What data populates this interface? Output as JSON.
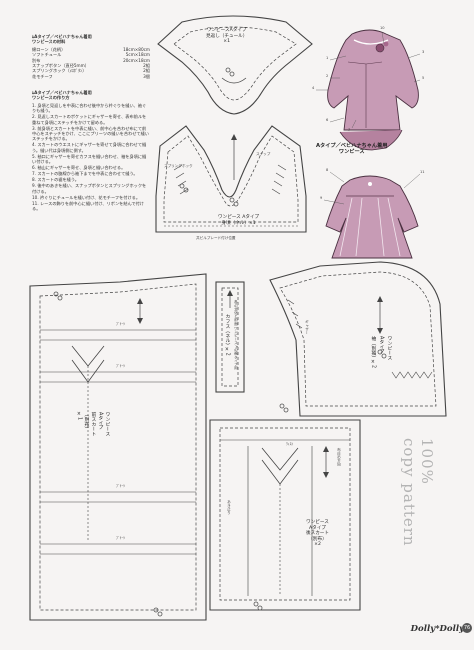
{
  "materials": {
    "title_a": "ﾑAタイプ／ベビハナちゃん着用",
    "title_b": "ワンピースの材料",
    "items": [
      {
        "name": "綿ローン（花柄）",
        "qty": "18cm×80cm"
      },
      {
        "name": "ソフトチュール",
        "qty": "5cm×18cm"
      },
      {
        "name": "別布",
        "qty": "20cm×18cm"
      },
      {
        "name": "スナップボタン（直径5mm）",
        "qty": "2組"
      },
      {
        "name": "スプリングホック（ﾒｽﾎﾞﾀﾝ）",
        "qty": "2組"
      },
      {
        "name": "花モチーフ",
        "qty": "3個"
      }
    ]
  },
  "howto": {
    "title_a": "ﾑAタイプ／ベビハナちゃん着用",
    "title_b": "ワンピースの作り方",
    "steps": [
      "1. 身頃と見返しを中表に合わせ後中から衿ぐりを縫い、袖ぐりも縫う。",
      "2. 見返しスカートのポケットにギャザーを寄せ、表布前ルを重ねて身頃にステッチをかけて留める。",
      "3. 前身頃とスカートを中表に縫い、前中心を合わせ布にて前中心をステッチをかけ、ここにプリーツの縫いを合わせて縫いステッチをかける。",
      "4. スカートのウエストにギャザーを寄せて身頃に合わせて縫う。縫い代は身頃側に倒す。",
      "5. 袖口にギャザーを寄せカフスを縫い合わせ、袖を身頃に縫い付ける。",
      "6. 袖山にギャザーを寄せ、身頃と縫い合わせる。",
      "7. スカートの脇線から袖下までを中表に合わせて縫う。",
      "8. スカートの裾を縫う。",
      "9. 後中のあきを縫い、スナップボタンとスプリングホックを付ける。",
      "10. 衿ぐりにチュールを縫い付け、花モチーフを付ける。",
      "11. レースの飾りを前中心に縫い付け、リボンを結んで付ける。"
    ]
  },
  "title_block": {
    "line1": "Aタイプ／ベビハナちゃん着用",
    "line2": "ワンピース"
  },
  "pieces": {
    "facing_label": "ワンピースAタイプ",
    "facing_sub": "見返し（チュール）",
    "facing_qty": "×1",
    "bodice_label": "ワンピース Aタイプ",
    "bodice_sub": "身頃（ネル）×1",
    "spring_hook": "スプリングホック",
    "snap": "スナップ",
    "pleat_line": "共ピルプレード付け位置",
    "sleeve_v1": "ワンピース",
    "sleeve_v2": "Aタイプ",
    "sleeve_v3": "袖（別袖）×2",
    "gather": "ギャザー",
    "cuff_v": "カフス（ネル）×2",
    "cuff_note": "各の文化と前面 ワンピース Aの裾タイプ用",
    "front_v1": "ワンピース",
    "front_v2": "Aタイプ",
    "front_v3": "前スカート",
    "front_v4": "（別布）",
    "front_v5": "×1",
    "pleat": "ﾌﾟﾘｰﾂ",
    "back_v1": "ワンピース",
    "back_v2": "Aタイプ",
    "back_v3": "後スカート",
    "back_v4": "（別布）",
    "back_v5": "×2",
    "waist": "ﾜｨｽﾄ",
    "grain": "布目の方向",
    "opening": "あき止り"
  },
  "illustration": {
    "numbers": [
      "10",
      "1",
      "2",
      "3",
      "4",
      "5",
      "6",
      "7",
      "8",
      "9",
      "11"
    ]
  },
  "watermark": {
    "line1": "100%",
    "line2": "copy pattern"
  },
  "brand": {
    "name": "Dolly*Dolly",
    "page": "76"
  }
}
